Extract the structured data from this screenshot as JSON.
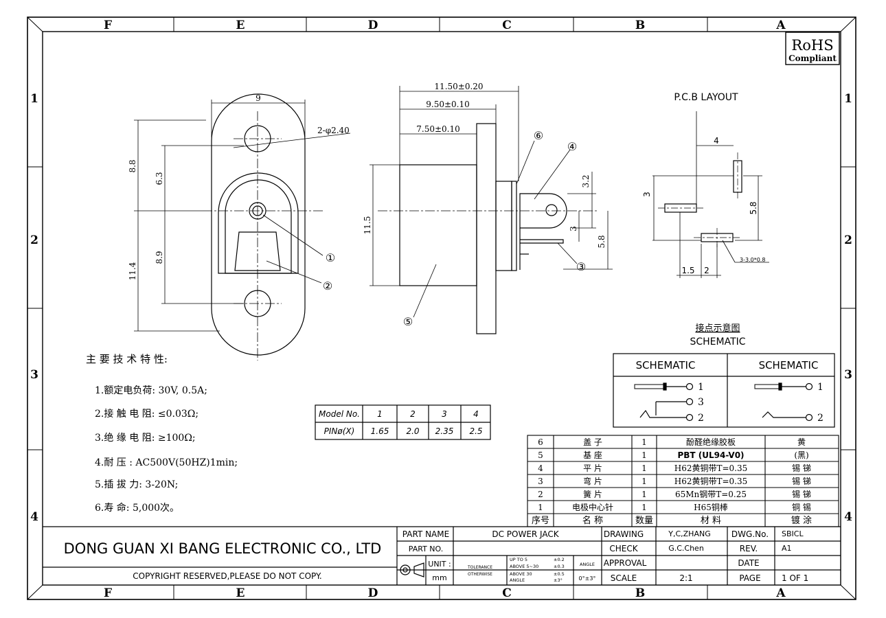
{
  "frame": {
    "cols_top": [
      "F",
      "E",
      "D",
      "C",
      "B",
      "A"
    ],
    "rows": [
      "1",
      "2",
      "3",
      "4"
    ]
  },
  "rohs": {
    "line1": "RoHS",
    "line2": "Compliant"
  },
  "front_view": {
    "dim_width": "9",
    "dim_hole": "2-φ2.40",
    "dim_88": "8.8",
    "dim_63": "6.3",
    "dim_89": "8.9",
    "dim_114": "11.4",
    "callout_1": "①",
    "callout_2": "②"
  },
  "side_view": {
    "dim_1150": "11.50±0.20",
    "dim_950": "9.50±0.10",
    "dim_750": "7.50±0.10",
    "dim_115": "11.5",
    "dim_32": "3.2",
    "dim_3": "3",
    "dim_58": "5.8",
    "callout_3": "③",
    "callout_4": "④",
    "callout_5": "⑤",
    "callout_6": "⑥"
  },
  "pcb": {
    "title": "P.C.B LAYOUT",
    "dim_4": "4",
    "dim_3": "3",
    "dim_58": "5.8",
    "dim_15": "1.5",
    "dim_2": "2",
    "dim_slot": "3-3.0*0.8"
  },
  "schematic": {
    "title_cn": "接点示意图",
    "title_en": "SCHEMATIC",
    "left_header": "SCHEMATIC",
    "right_header": "SCHEMATIC",
    "pin1": "1",
    "pin2": "2",
    "pin3": "3"
  },
  "specs": {
    "title": "主 要 技 术 特 性:",
    "items": [
      "1.额定电负荷: 30V, 0.5A;",
      "2.接 触 电 阻: ≤0.03Ω;",
      "3.绝 缘 电 阻: ≥100Ω;",
      "4.耐      压 : AC500V(50HZ)1min;",
      "5.插  拔  力: 3-20N;",
      "6.寿      命: 5,000次。"
    ]
  },
  "model_table": {
    "row1": [
      "Model No.",
      "1",
      "2",
      "3",
      "4"
    ],
    "row2": [
      "PINø(X)",
      "1.65",
      "2.0",
      "2.35",
      "2.5"
    ]
  },
  "bom": {
    "rows": [
      [
        "6",
        "盖    子",
        "1",
        "酚醛绝缘胶板",
        "黄"
      ],
      [
        "5",
        "基    座",
        "1",
        "PBT (UL94-V0)",
        "(黑)"
      ],
      [
        "4",
        "平    片",
        "1",
        "H62黄铜带T=0.35",
        "锡 锑"
      ],
      [
        "3",
        "弯    片",
        "1",
        "H62黄铜带T=0.35",
        "锡 锑"
      ],
      [
        "2",
        "簧    片",
        "1",
        "65Mn钢带T=0.25",
        "锡 锑"
      ],
      [
        "1",
        "电极中心针",
        "1",
        "H65铜棒",
        "铜 锡"
      ]
    ],
    "header": [
      "序号",
      "名    称",
      "数量",
      "材    料",
      "镀    涂"
    ]
  },
  "title_block": {
    "company": "DONG GUAN XI BANG ELECTRONIC CO., LTD",
    "copyright": "COPYRIGHT RESERVED,PLEASE DO NOT COPY.",
    "part_name_label": "PART NAME",
    "part_name": "DC POWER JACK",
    "part_no_label": "PART NO.",
    "unit_label": "UNIT :",
    "unit_value": "mm",
    "tol_label1": "TOLERANCE",
    "tol_label2": "OTHERWISE",
    "tol_r1": "UP TO 5",
    "tol_r1v": "±0.2",
    "tol_r2": "ABOVE 5~30",
    "tol_r2v": "±0.3",
    "tol_r3": "ABOVE 30",
    "tol_r3v": "±0.5",
    "tol_r4": "ANGLE",
    "tol_r4v": "±3°",
    "angle_label": "ANGLE",
    "angle_value": "0°±3°",
    "drawing_label": "DRAWING",
    "drawing_value": "Y,C,ZHANG",
    "check_label": "CHECK",
    "check_value": "G.C.Chen",
    "approval_label": "APPROVAL",
    "scale_label": "SCALE",
    "scale_value": "2:1",
    "dwg_label": "DWG.No.",
    "dwg_value": "SBICL",
    "rev_label": "REV.",
    "rev_value": "A1",
    "date_label": "DATE",
    "page_label": "PAGE",
    "page_value": "1 OF 1"
  }
}
